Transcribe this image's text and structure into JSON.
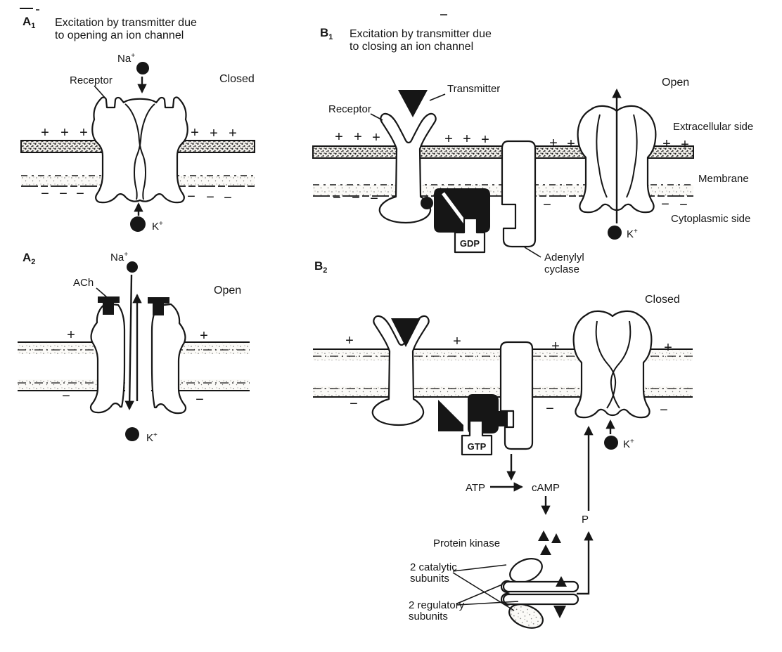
{
  "symbols": {
    "plus": "+",
    "minus": "−"
  },
  "panels": {
    "a1": {
      "letter": "A",
      "sub": "1",
      "title_line1": "Excitation by transmitter due",
      "title_line2": "to opening an ion channel",
      "receptor_label": "Receptor",
      "state": "Closed",
      "na": "Na",
      "na_sup": "+",
      "k": "K",
      "k_sup": "+"
    },
    "a2": {
      "letter": "A",
      "sub": "2",
      "ach_label": "ACh",
      "state": "Open",
      "na": "Na",
      "na_sup": "+",
      "k": "K",
      "k_sup": "+"
    },
    "b1": {
      "letter": "B",
      "sub": "1",
      "title_line1": "Excitation by transmitter due",
      "title_line2": "to closing an ion channel",
      "transmitter_label": "Transmitter",
      "receptor_label": "Receptor",
      "state": "Open",
      "gdp_label": "GDP",
      "adenylyl_line1": "Adenylyl",
      "adenylyl_line2": "cyclase",
      "side_extracellular": "Extracellular side",
      "side_membrane": "Membrane",
      "side_cytoplasmic": "Cytoplasmic side",
      "k": "K",
      "k_sup": "+"
    },
    "b2": {
      "letter": "B",
      "sub": "2",
      "state": "Closed",
      "gtp_label": "GTP",
      "atp_label": "ATP",
      "camp_label": "cAMP",
      "p_label": "P",
      "protein_kinase_label": "Protein kinase",
      "catalytic_line1": "2 catalytic",
      "catalytic_line2": "subunits",
      "regulatory_line1": "2 regulatory",
      "regulatory_line2": "subunits",
      "k": "K",
      "k_sup": "+"
    }
  }
}
